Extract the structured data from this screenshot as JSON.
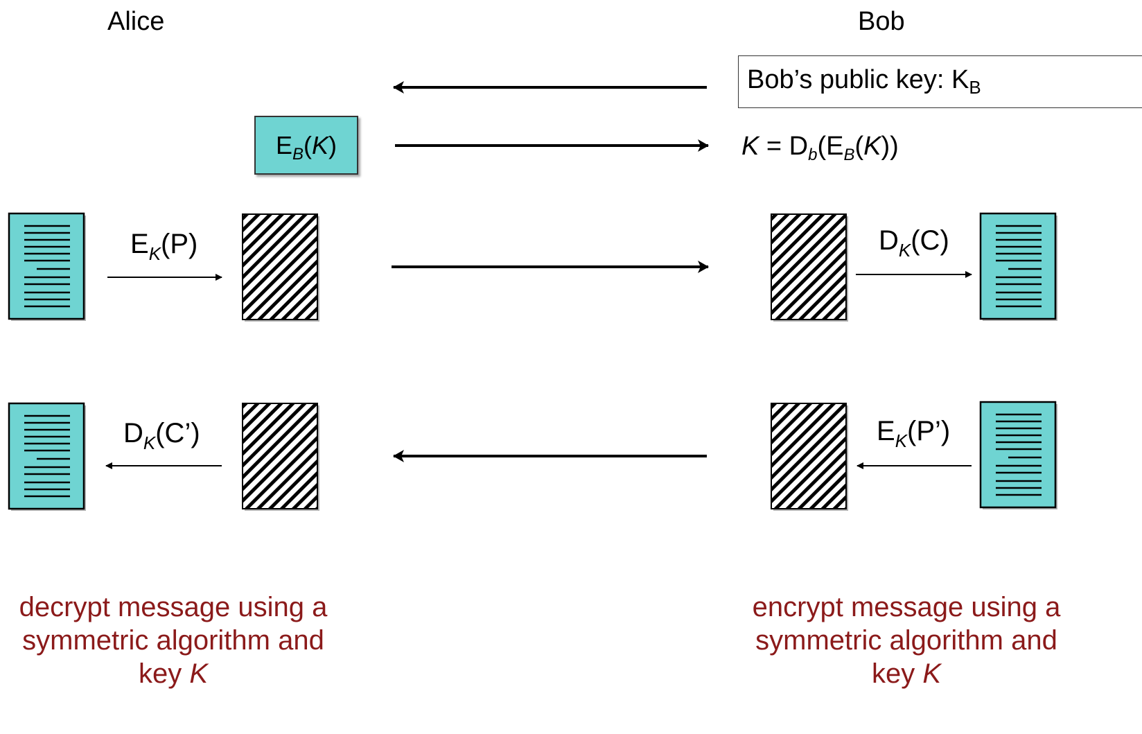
{
  "parties": {
    "alice": "Alice",
    "bob": "Bob"
  },
  "pubkey": {
    "prefix": "Bob’s public key: K",
    "sub": "B"
  },
  "session_key": {
    "e": "E",
    "sub": "B",
    "open": "(",
    "k": "K",
    "close": ")"
  },
  "bob_decrypt": {
    "k": "K",
    "eq": " = D",
    "sub_b": "b",
    "mid": "(E",
    "sub_B": "B",
    "open": "(",
    "k2": "K",
    "close": "))"
  },
  "row1": {
    "alice_op": {
      "fn": "E",
      "sub": "K",
      "arg": "(P)"
    },
    "bob_op": {
      "fn": "D",
      "sub": "K",
      "arg": "(C)"
    }
  },
  "row2": {
    "alice_op": {
      "fn": "D",
      "sub": "K",
      "arg": "(C’)"
    },
    "bob_op": {
      "fn": "E",
      "sub": "K",
      "arg": "(P’)"
    }
  },
  "notes": {
    "alice": {
      "line1": "decrypt message using a",
      "line2": "symmetric algorithm and",
      "key_word": "key ",
      "key": "K"
    },
    "bob": {
      "line1": "encrypt message using a",
      "line2": "symmetric algorithm and",
      "key_word": "key ",
      "key": "K"
    }
  },
  "colors": {
    "document_fill": "#6fd4d2",
    "note_text": "#8b1a1a"
  }
}
